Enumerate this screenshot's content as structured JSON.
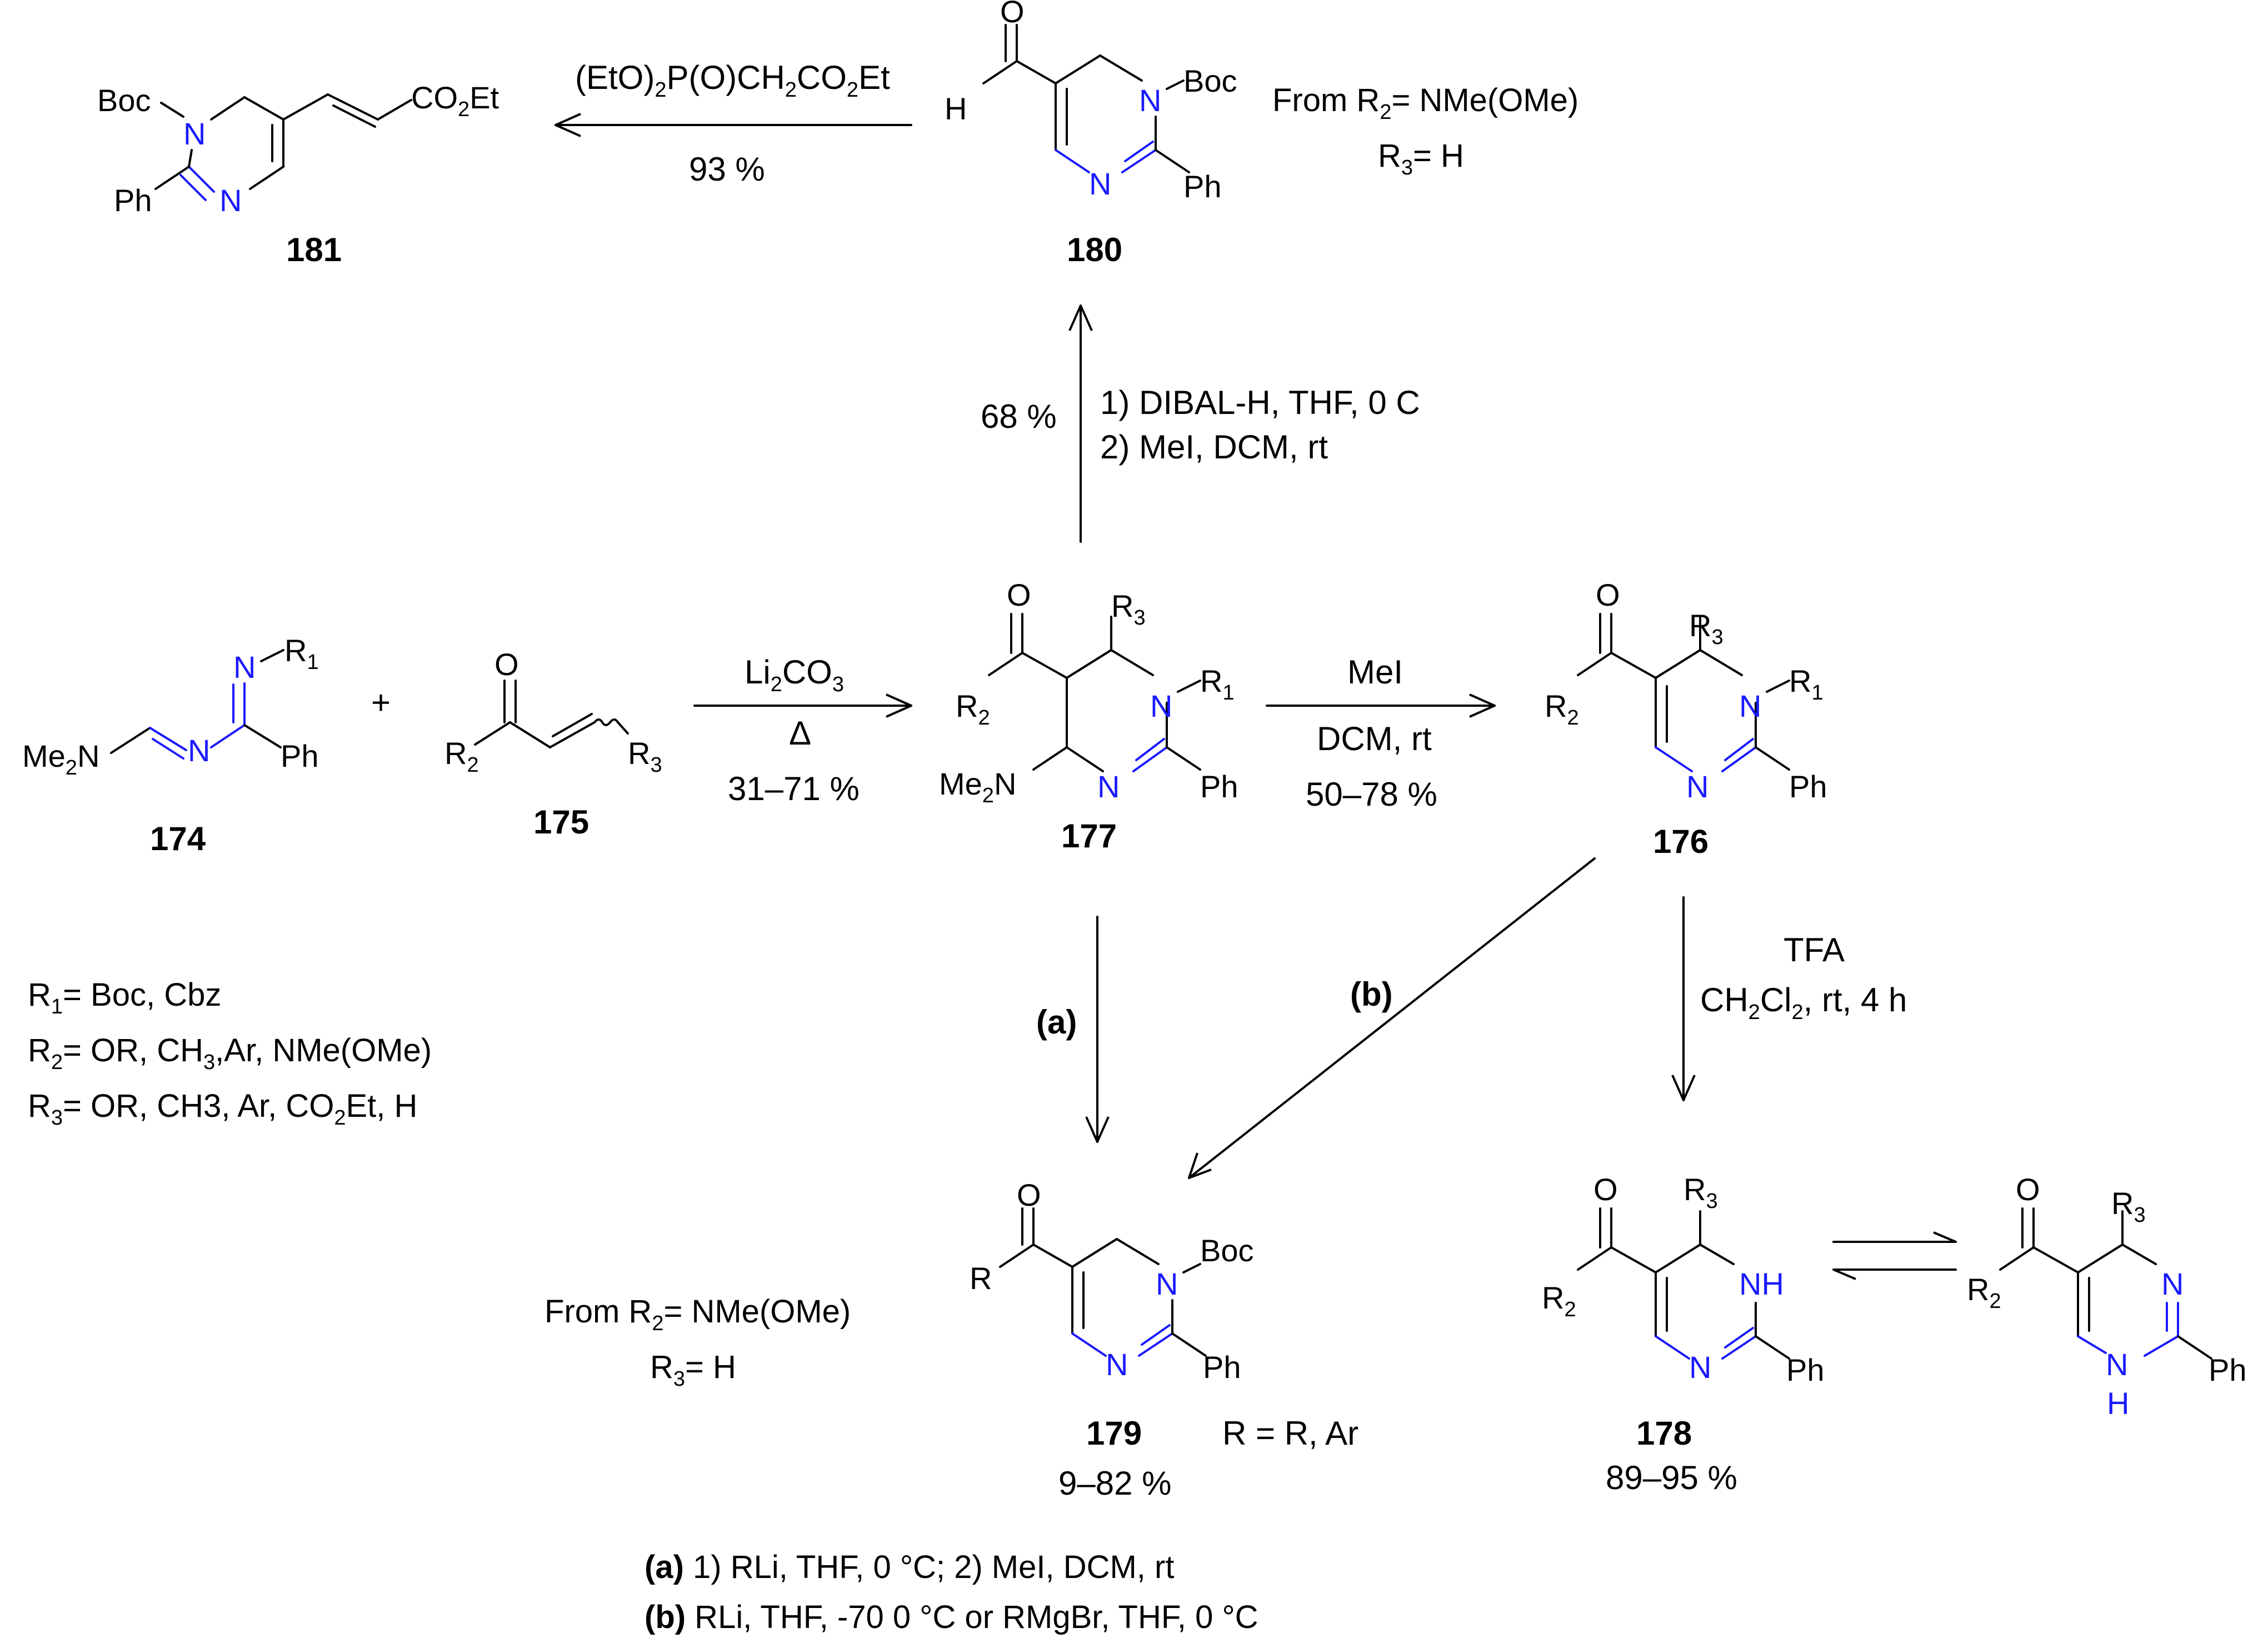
{
  "compounds": {
    "c174": {
      "number": "174"
    },
    "c175": {
      "number": "175"
    },
    "c176": {
      "number": "176"
    },
    "c177": {
      "number": "177"
    },
    "c178": {
      "number": "178"
    },
    "c179": {
      "number": "179"
    },
    "c180": {
      "number": "180"
    },
    "c181": {
      "number": "181"
    }
  },
  "reactions": {
    "r174_177": {
      "reagent": "Li2CO3",
      "condition": "Δ",
      "yield": "31–71 %"
    },
    "r177_176": {
      "reagent": "MeI",
      "condition": "DCM, rt",
      "yield": "50–78 %"
    },
    "r177_180": {
      "step1": "1) DIBAL-H, THF, 0 C",
      "step2": "2) MeI, DCM, rt",
      "yield": "68 %"
    },
    "r180_181": {
      "reagent": "(EtO)2P(O)CH2CO2Et",
      "yield": "93 %"
    },
    "r176_178": {
      "reagent": "TFA",
      "condition": "CH2Cl2, rt, 4 h",
      "yield": "89–95 %"
    },
    "r_a": {
      "label": "(a)"
    },
    "r_b": {
      "label": "(b)"
    },
    "r179": {
      "yield": "9–82 %",
      "r_def": "R = R, Ar"
    }
  },
  "notes": {
    "from180_line1": "From R2= NMe(OMe)",
    "from180_line2": "R3= H",
    "from179_line1": "From R2= NMe(OMe)",
    "from179_line2": "R3= H"
  },
  "substituents": {
    "r1": "R1= Boc, Cbz",
    "r2": "R2= OR, CH3,Ar, NMe(OMe)",
    "r3": "R3= OR, CH3, Ar, CO2Et, H"
  },
  "footnotes": {
    "a": "(a) 1) RLi, THF, 0 °C; 2) MeI, DCM, rt",
    "b": "(b) RLi, THF, -70 0 °C or RMgBr, THF, 0 °C"
  },
  "atoms": {
    "plus": "+",
    "boc": "Boc",
    "ph": "Ph",
    "n": "N",
    "nh": "NH",
    "h": "H",
    "o": "O",
    "me2n": "Me2N",
    "r1": "R1",
    "r2": "R2",
    "r3": "R3",
    "r": "R",
    "co2et": "CO2Et"
  },
  "colors": {
    "nitrogen": "#1a1aff",
    "ink": "#000000",
    "background": "#ffffff"
  }
}
